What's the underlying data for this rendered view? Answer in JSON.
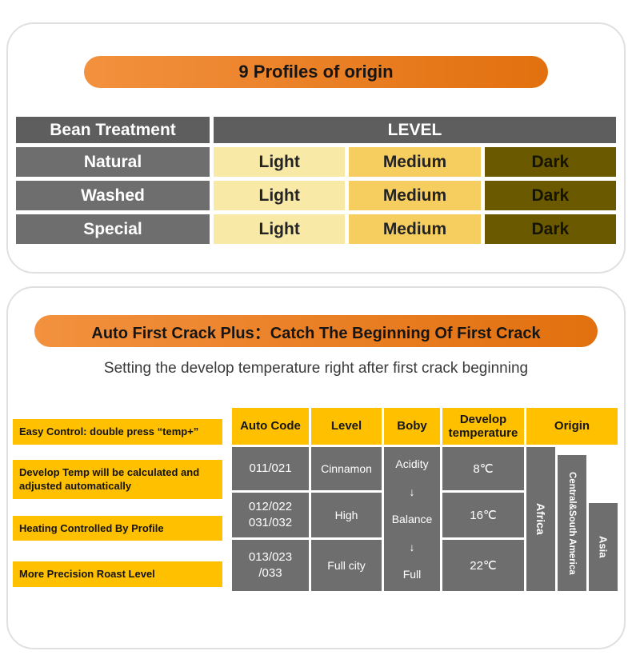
{
  "colors": {
    "banner_orange": "#E8750F",
    "table_header_gray": "#5E5E5E",
    "cell_gray": "#6E6E6E",
    "light_cell": "#F8E9A7",
    "medium_cell": "#F6CE5F",
    "dark_cell": "#6B5900",
    "accent_yellow": "#FFC000"
  },
  "top_card": {
    "banner": "9 Profiles of origin",
    "table": {
      "treatment_header": "Bean Treatment",
      "level_header": "LEVEL",
      "rows": [
        {
          "treatment": "Natural",
          "light": "Light",
          "medium": "Medium",
          "dark": "Dark"
        },
        {
          "treatment": "Washed",
          "light": "Light",
          "medium": "Medium",
          "dark": "Dark"
        },
        {
          "treatment": "Special",
          "light": "Light",
          "medium": "Medium",
          "dark": "Dark"
        }
      ]
    }
  },
  "bottom_card": {
    "banner": "Auto First Crack Plus：Catch The Beginning Of First Crack",
    "subtitle": "Setting the develop temperature right after first crack beginning",
    "features": [
      {
        "text": "Easy Control:  double press “temp+”"
      },
      {
        "text": "Develop Temp will be calculated and adjusted automatically"
      },
      {
        "text": "Heating Controlled By Profile"
      },
      {
        "text": "More Precision Roast Level"
      }
    ],
    "table": {
      "headers": [
        "Auto Code",
        "Level",
        "Boby",
        "Develop temperature",
        "Origin"
      ],
      "auto_codes": [
        "011/021",
        "012/022\n031/032",
        "013/023\n/033"
      ],
      "levels": [
        "Cinnamon",
        "High",
        "Full city"
      ],
      "boby_scale": [
        "Acidity",
        "↓",
        "Balance",
        "↓",
        "Full"
      ],
      "develop_temps": [
        "8℃",
        "16℃",
        "22℃"
      ],
      "origins": [
        "Africa",
        "Central&South America",
        "Asia"
      ]
    }
  }
}
